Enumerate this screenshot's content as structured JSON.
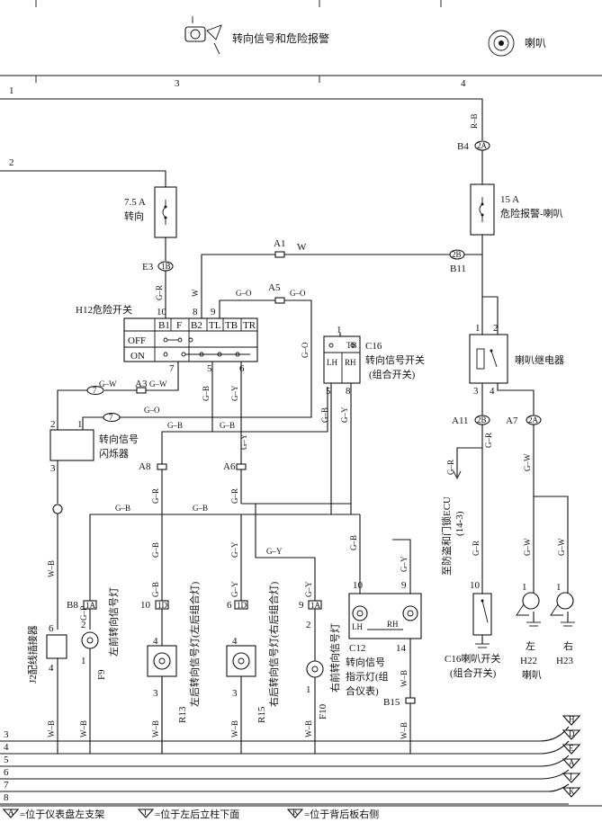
{
  "header": {
    "left_title": "转向信号和危险报警",
    "right_title": "喇叭",
    "col3": "3",
    "col4": "4"
  },
  "rails": {
    "r1": "1",
    "r2": "2",
    "r3": "3",
    "r4": "4",
    "r5": "5",
    "r6": "6",
    "r7": "7",
    "r8": "8"
  },
  "fuse_turn": {
    "rating": "7.5 A",
    "name": "转向"
  },
  "fuse_horn": {
    "rating": "15 A",
    "name": "危险报警-喇叭"
  },
  "connectors": {
    "B4": "B4",
    "B4_pin": "2A",
    "E3": "E3",
    "E3_pin": "1B",
    "A1": "A1",
    "A5": "A5",
    "A3": "A3",
    "B11": "B11",
    "B11_pin": "2B",
    "A8": "A8",
    "A6": "A6",
    "A11": "A11",
    "A11_pin": "2B",
    "A7": "A7",
    "A7_pin": "2A",
    "B8": "B8",
    "B8_pin": "1A",
    "p11": "1D",
    "p6": "1D",
    "p9": "1A",
    "B15": "B15",
    "j7a": "7",
    "j7b": "7"
  },
  "wires": {
    "R_B": "R–B",
    "G_R": "G–R",
    "W": "W",
    "G_O": "G–O",
    "G_W": "G–W",
    "G_B": "G–B",
    "G_Y": "G–Y",
    "W_B": "W–B"
  },
  "pins": {
    "n10": "10",
    "n8": "8",
    "n9": "9",
    "n7": "7",
    "n5": "5",
    "n6": "6",
    "n1": "1",
    "n2": "2",
    "n3": "3",
    "n4": "4",
    "n14": "14",
    "nB1": "B1",
    "nF": "F",
    "nB2": "B2",
    "nTL": "TL",
    "nTB": "TB",
    "nTR": "TR"
  },
  "h12": {
    "label": "H12危险开关",
    "off": "OFF",
    "on": "ON"
  },
  "c16": {
    "label_line1": "C16",
    "label_line2": "转向信号开关",
    "label_line3": "(组合开关)",
    "lh": "LH",
    "rh": "RH",
    "tb": "TB"
  },
  "horn_relay": {
    "label": "喇叭继电器"
  },
  "flasher": {
    "line1": "转向信号",
    "line2": "闪烁器"
  },
  "ecu_label": "至防盗和门锁ECU",
  "ecu_ref": "(14-3)",
  "c16_horn": {
    "line1": "C16喇叭开关",
    "line2": "(组合开关)"
  },
  "horn_left": {
    "side": "左",
    "code": "H22",
    "name": "喇叭"
  },
  "horn_right": {
    "side": "右",
    "code": "H23"
  },
  "j2": "J2配线插接器",
  "f9": {
    "code": "F9",
    "name": "左前转向信号灯"
  },
  "r13": {
    "code": "R13",
    "name": "左后转向信号灯(左后组合灯)"
  },
  "r15": {
    "code": "R15",
    "name": "右后转向信号灯(右后组合灯)"
  },
  "f10": {
    "code": "F10",
    "name": "右前转向信号灯"
  },
  "c12": {
    "code": "C12",
    "line1": "转向信号",
    "line2": "指示灯(组",
    "line3": "合仪表)",
    "lh": "LH",
    "rh": "RH"
  },
  "grounds": {
    "g1": "H",
    "g2": "D",
    "g3": "E",
    "g4": "A",
    "g5": "I",
    "g6": "K",
    "legend_a": "=位于仪表盘左支架",
    "legend_b": "=位于左后立柱下面",
    "legend_c": "=位于背后板右侧",
    "sym_a": "A",
    "sym_b": "I",
    "sym_c": "K"
  }
}
